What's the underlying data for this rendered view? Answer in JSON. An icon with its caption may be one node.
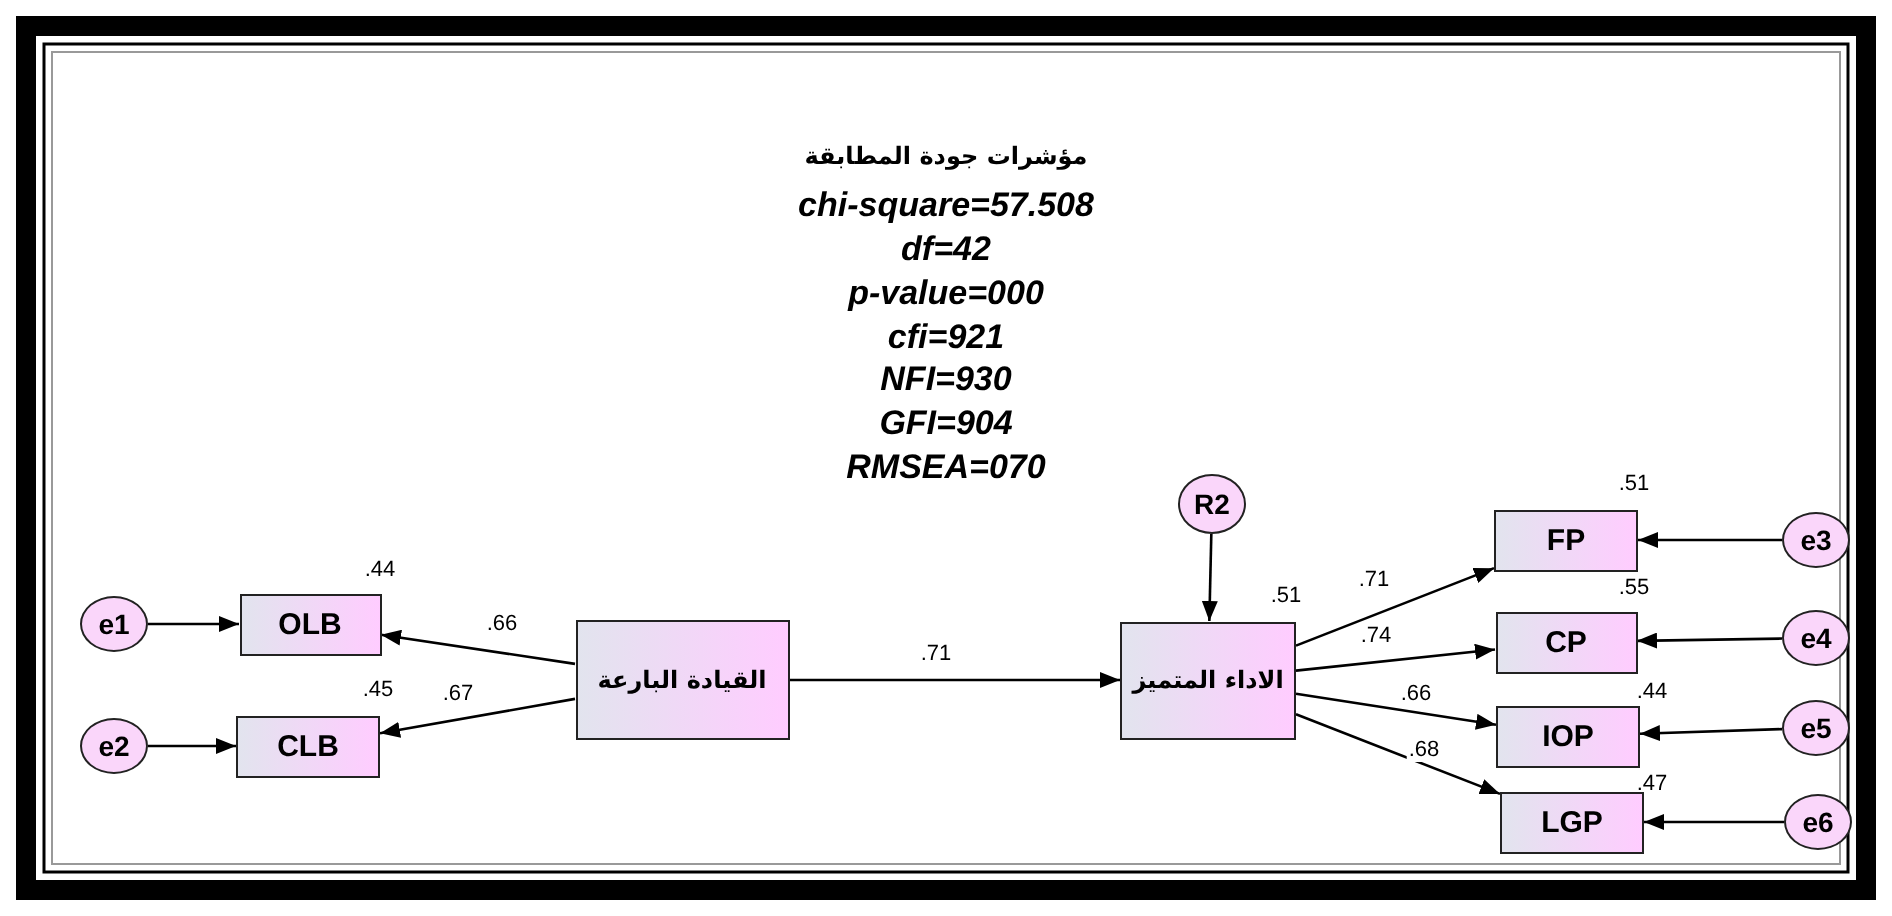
{
  "diagram": {
    "nodes": [
      {
        "text": [
          "e1"
        ]
      },
      {
        "text": [
          "OLB"
        ],
        "beside": [
          ".44"
        ]
      },
      {
        "text": [
          "e2"
        ]
      },
      {
        "text": [
          "CLB"
        ],
        "beside": [
          ".45"
        ]
      },
      {
        "text": [
          "القيادة البارعة"
        ]
      },
      {
        "text": [
          "R2"
        ]
      },
      {
        "text": [
          "الاداء المتميز"
        ],
        "beside": [
          ".51"
        ]
      },
      {
        "text": [
          "FP"
        ],
        "beside": [
          ".51"
        ]
      },
      {
        "text": [
          "e3"
        ]
      },
      {
        "text": [
          "CP"
        ],
        "beside": [
          ".55"
        ]
      },
      {
        "text": [
          "e4"
        ]
      },
      {
        "text": [
          "IOP"
        ],
        "beside": [
          ".44"
        ]
      },
      {
        "text": [
          "e5"
        ]
      },
      {
        "text": [
          "LGP"
        ],
        "beside": [
          ".47"
        ]
      },
      {
        "text": [
          "e6"
        ]
      }
    ],
    "edges": [
      {
        "from": 0,
        "to": 1,
        "arrow": "to"
      },
      {
        "from": 2,
        "to": 3,
        "arrow": "to"
      },
      {
        "from": 4,
        "to": 1,
        "arrow": "to",
        "label": ".66"
      },
      {
        "from": 4,
        "to": 3,
        "arrow": "to",
        "label": ".67"
      },
      {
        "from": 4,
        "to": 6,
        "arrow": "to",
        "label": ".71"
      },
      {
        "from": 5,
        "to": 6,
        "arrow": "to"
      },
      {
        "from": 6,
        "to": 7,
        "arrow": "to",
        "label": ".71"
      },
      {
        "from": 6,
        "to": 9,
        "arrow": "to",
        "label": ".74"
      },
      {
        "from": 6,
        "to": 11,
        "arrow": "to",
        "label": ".66"
      },
      {
        "from": 6,
        "to": 13,
        "arrow": "to",
        "label": ".68"
      },
      {
        "from": 8,
        "to": 7,
        "arrow": "to"
      },
      {
        "from": 10,
        "to": 9,
        "arrow": "to"
      },
      {
        "from": 12,
        "to": 11,
        "arrow": "to"
      },
      {
        "from": 14,
        "to": 13,
        "arrow": "to"
      }
    ],
    "labels": [
      "مؤشرات جودة المطابقة",
      "chi-square=57.508",
      "df=42",
      "p-value=000",
      "cfi=921",
      "NFI=930",
      "GFI=904",
      "RMSEA=070"
    ]
  }
}
